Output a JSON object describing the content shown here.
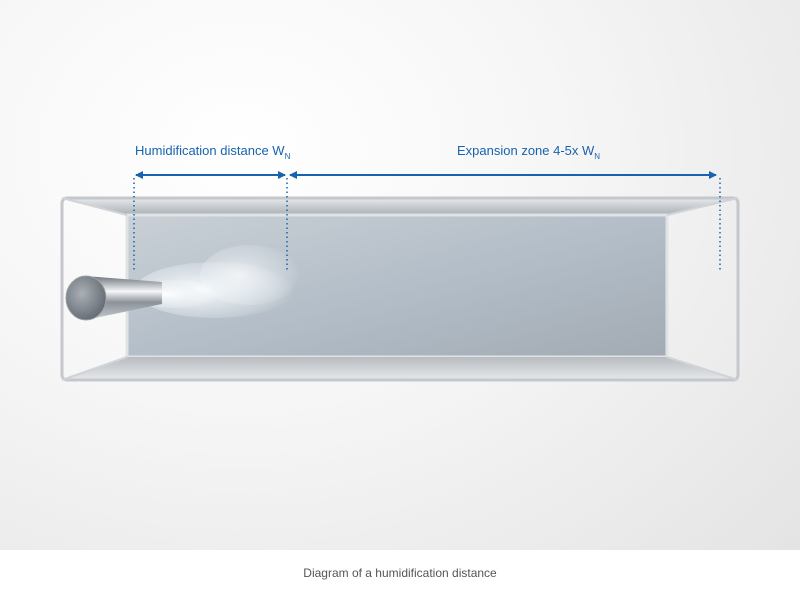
{
  "labels": {
    "humidification_distance": "Humidification distance W",
    "humidification_subscript": "N",
    "expansion_zone": "Expansion zone 4-5x W",
    "expansion_subscript": "N"
  },
  "caption": "Diagram of a humidification distance",
  "colors": {
    "accent": "#1763ad"
  }
}
